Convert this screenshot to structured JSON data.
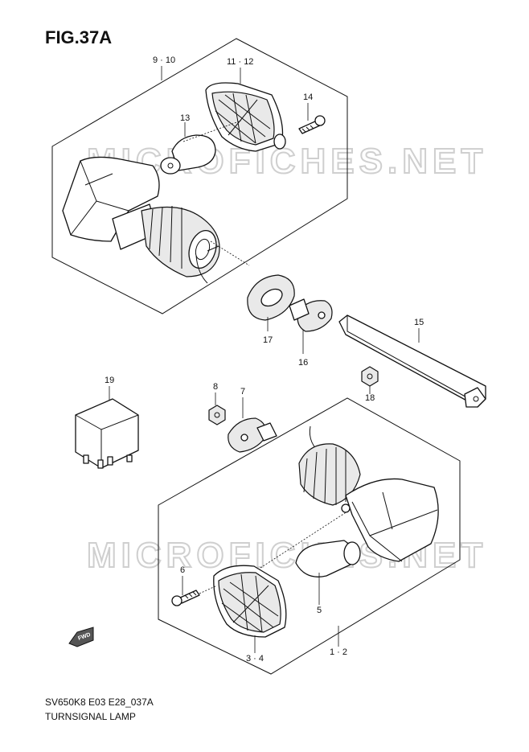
{
  "figure": {
    "title": "FIG.37A",
    "code": "SV650K8 E03 E28_037A",
    "caption": "TURNSIGNAL LAMP"
  },
  "watermarks": [
    "MICROFICHES.NET",
    "MICROFICHES.NET"
  ],
  "direction_badge": "FWD",
  "callouts": {
    "c_9_10": "9 · 10",
    "c_11_12": "11 · 12",
    "c_13": "13",
    "c_14": "14",
    "c_15": "15",
    "c_16": "16",
    "c_17": "17",
    "c_18": "18",
    "c_19": "19",
    "c_8": "8",
    "c_7": "7",
    "c_6": "6",
    "c_5": "5",
    "c_3_4": "3 · 4",
    "c_1_2": "1 · 2"
  },
  "colors": {
    "line": "#111111",
    "watermark": "#cfcfcf",
    "background": "#ffffff"
  }
}
